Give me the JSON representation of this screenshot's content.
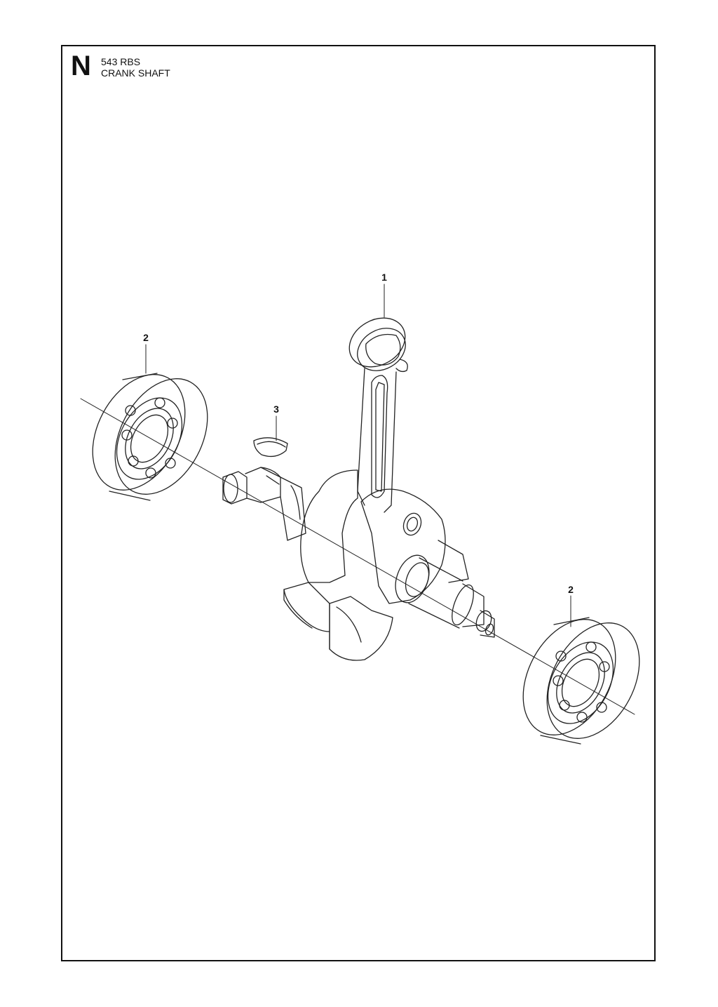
{
  "header": {
    "section_letter": "N",
    "model": "543 RBS",
    "title": "CRANK SHAFT"
  },
  "callouts": [
    {
      "id": "callout-1",
      "label": "1",
      "part": "crankshaft-with-connecting-rod"
    },
    {
      "id": "callout-2-left",
      "label": "2",
      "part": "ball-bearing"
    },
    {
      "id": "callout-3",
      "label": "3",
      "part": "woodruff-key"
    },
    {
      "id": "callout-2-right",
      "label": "2",
      "part": "ball-bearing"
    }
  ]
}
